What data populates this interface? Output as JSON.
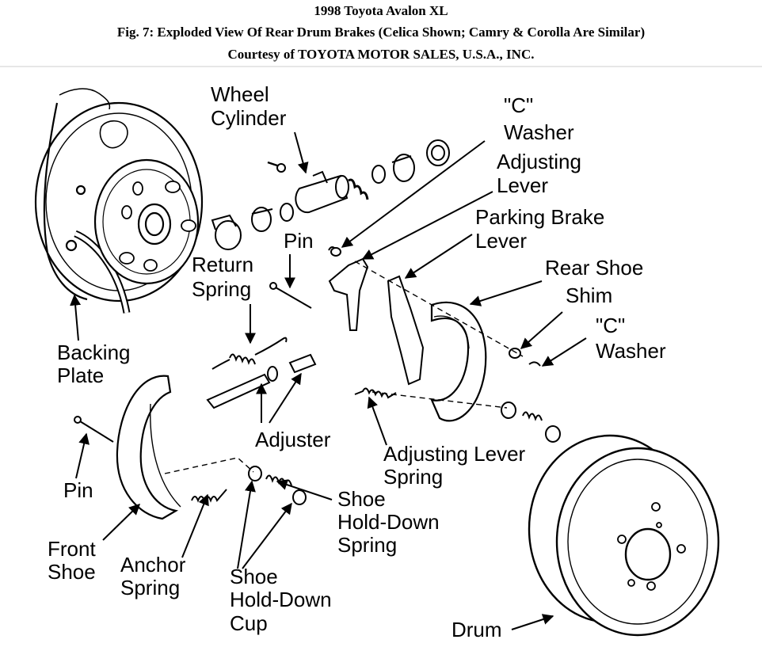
{
  "header": {
    "line1": "1998 Toyota Avalon XL",
    "line2": "Fig. 7: Exploded View Of Rear Drum Brakes (Celica Shown; Camry & Corolla Are Similar)",
    "line3": "Courtesy of TOYOTA MOTOR SALES, U.S.A., INC."
  },
  "labels": {
    "wheel_cylinder": [
      "Wheel",
      "Cylinder"
    ],
    "c_washer_top": [
      "\"C\"",
      "Washer"
    ],
    "adjusting_lever": [
      "Adjusting",
      "Lever"
    ],
    "parking_brake_lever": [
      "Parking Brake",
      "Lever"
    ],
    "rear_shoe": "Rear Shoe",
    "shim": "Shim",
    "c_washer_right": [
      "\"C\"",
      "Washer"
    ],
    "pin_top": "Pin",
    "return_spring": [
      "Return",
      "Spring"
    ],
    "backing_plate": [
      "Backing",
      "Plate"
    ],
    "adjuster": "Adjuster",
    "adjusting_lever_spring": [
      "Adjusting Lever",
      "Spring"
    ],
    "pin_left": "Pin",
    "front_shoe": [
      "Front",
      "Shoe"
    ],
    "anchor_spring": [
      "Anchor",
      "Spring"
    ],
    "shoe_hold_down_spring": [
      "Shoe",
      "Hold-Down",
      "Spring"
    ],
    "shoe_hold_down_cup": [
      "Shoe",
      "Hold-Down",
      "Cup"
    ],
    "drum": "Drum"
  }
}
